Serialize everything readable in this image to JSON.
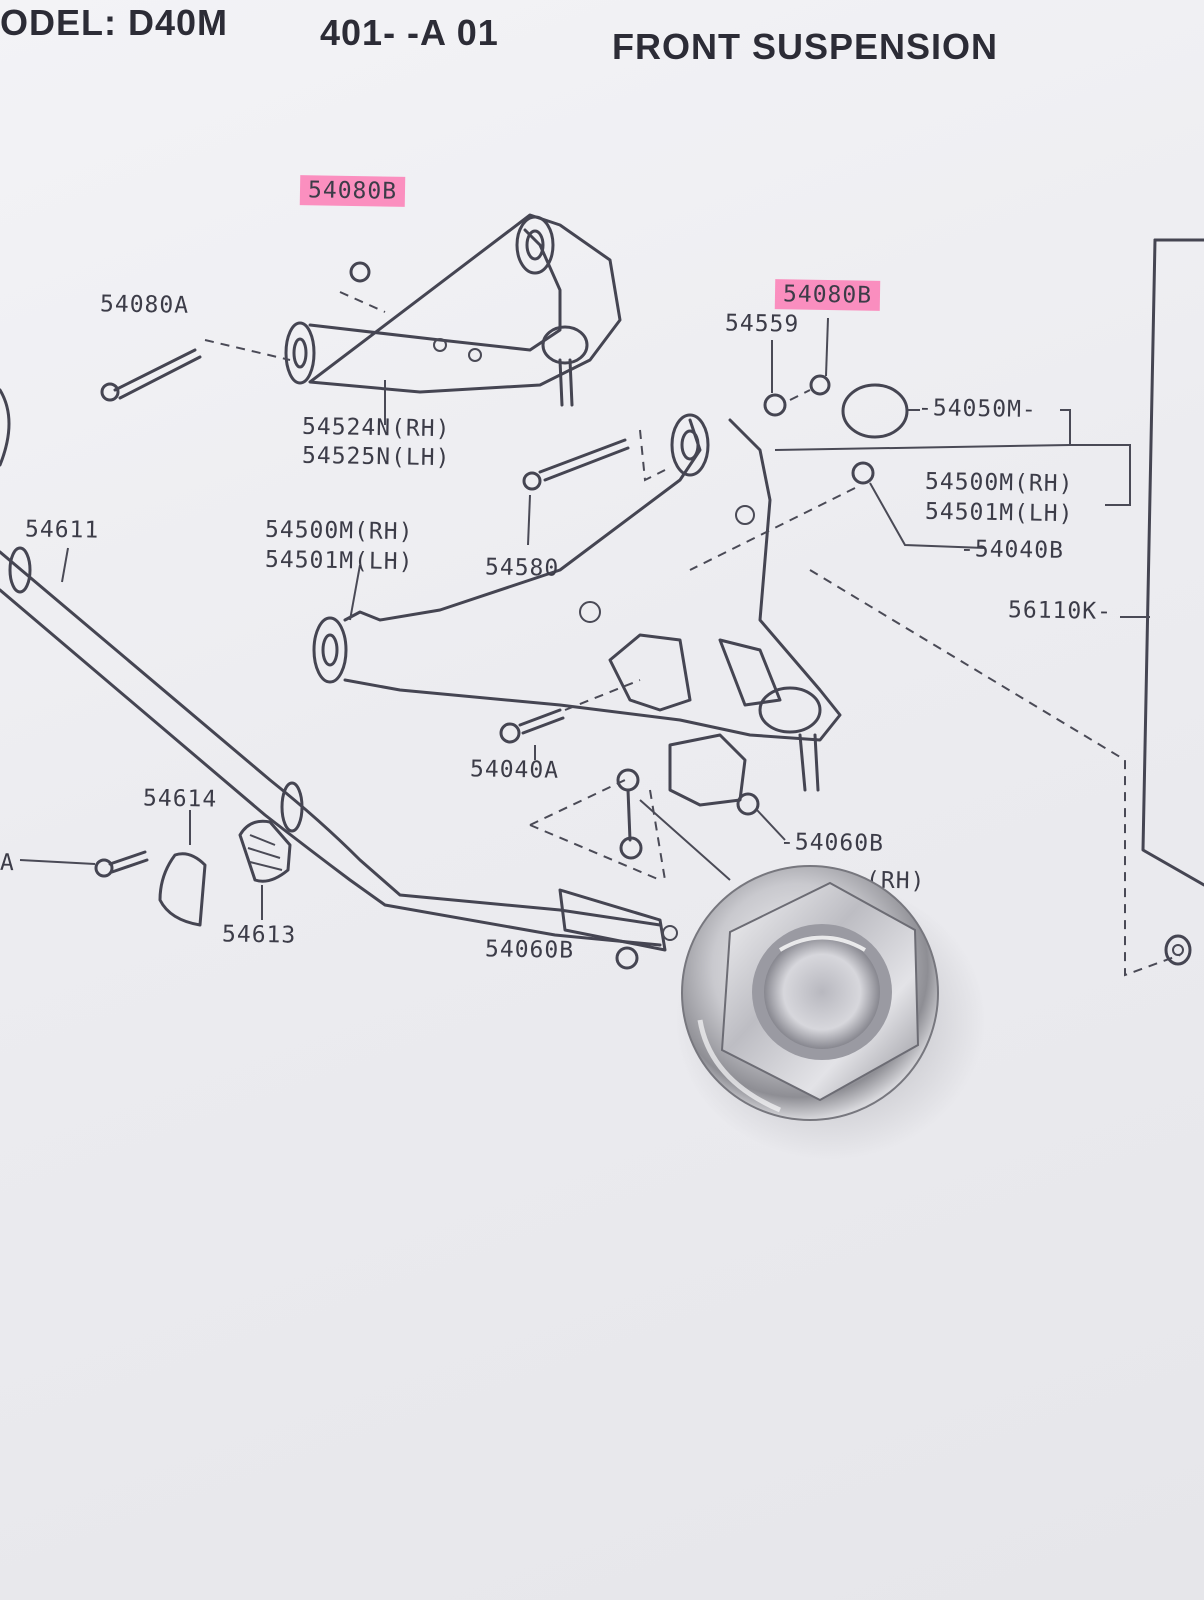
{
  "header": {
    "model": "ODEL: D40M",
    "code": "401-  -A 01",
    "title": "FRONT SUSPENSION"
  },
  "callouts": {
    "c_54080B_top": "54080B",
    "c_54080A": "54080A",
    "c_54080B_right": "54080B",
    "c_54559": "54559",
    "c_54050M": "-54050M-",
    "c_54524N": "54524N(RH)",
    "c_54525N": "54525N(LH)",
    "c_54500M_r": "54500M(RH)",
    "c_54501M_r": "54501M(LH)",
    "c_54040B": "-54040B",
    "c_54611": "54611",
    "c_54500M_l": "54500M(RH)",
    "c_54501M_l": "54501M(LH)",
    "c_54580": "54580",
    "c_56110K": "56110K-",
    "c_54040A": "54040A",
    "c_54614": "54614",
    "c_54060B_r": "-54060B",
    "c_A_left": "A",
    "c_54613": "54613",
    "c_RH_partial": "(RH)",
    "c_54060B_l": "54060B"
  },
  "colors": {
    "paper": "#eeeef2",
    "ink": "#454552",
    "highlighter": "#ff69aa",
    "nut_steel": "#c8c8cc"
  },
  "photo_object": "hex-flange-nut"
}
